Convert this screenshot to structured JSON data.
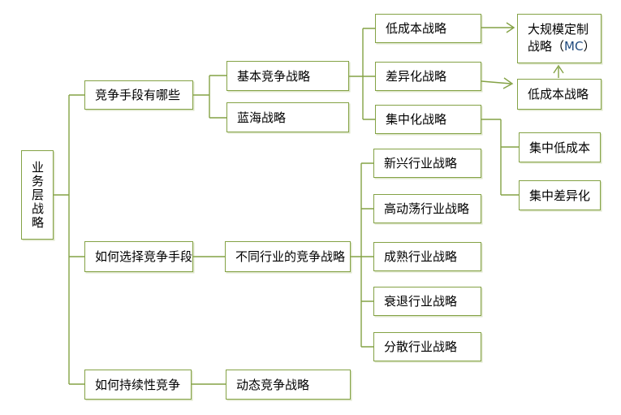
{
  "colors": {
    "line": "#84a245",
    "border": "#84a245",
    "text": "#000000",
    "mc": "#1f497d",
    "background": "#ffffff"
  },
  "nodes": {
    "root": "业务层战略",
    "competitive_means": "竞争手段有哪些",
    "basic_competitive": "基本竞争战略",
    "blue_ocean": "蓝海战略",
    "low_cost": "低成本战略",
    "differentiation": "差异化战略",
    "focus": "集中化战略",
    "mass_customization_line1": "大规模定制",
    "mass_customization_line2_pre": "战略（",
    "mass_customization_code": "MC",
    "mass_customization_line2_post": "）",
    "low_cost_2": "低成本战略",
    "focused_low_cost": "集中低成本",
    "focused_differentiation": "集中差异化",
    "choose_means": "如何选择竞争手段",
    "industry_strategies": "不同行业的竞争战略",
    "emerging_industry": "新兴行业战略",
    "turbulent_industry": "高动荡行业战略",
    "mature_industry": "成熟行业战略",
    "declining_industry": "衰退行业战略",
    "fragmented_industry": "分散行业战略",
    "sustained_competition": "如何持续性竞争",
    "dynamic_competitive": "动态竞争战略"
  }
}
